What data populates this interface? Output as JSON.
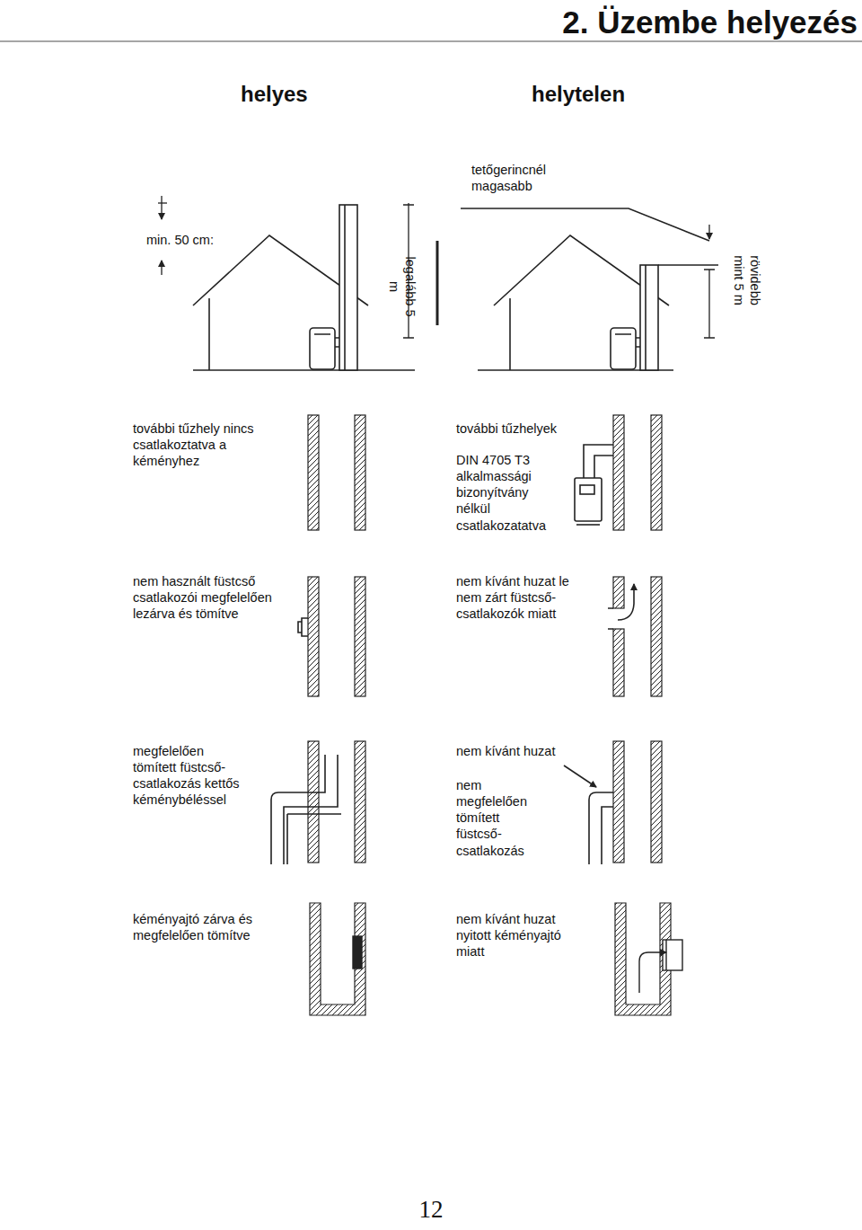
{
  "diagram": {
    "title": "2. Üzembe helyezés",
    "labels": [
      "helyes",
      "helytelen",
      "tetőgerincnél magasabb",
      "min. 50 cm:",
      "legalább 5 m",
      "rövidebb mint 5 m",
      "további tűzhely nincs csatlakoztatva a kéményhez",
      "további tűzhelyek",
      "DIN 4705 T3 alkalmassági bizonyítvány nélkül csatlakozatatva",
      "nem használt füstcső csatlakozói megfelelően lezárva és tömítve",
      "nem kívánt huzat le nem zárt füstcső-csatlakozók miatt",
      "megfelelően tömített füstcső-csatlakozás kettős kéménybéléssel",
      "nem kívánt huzat",
      "nem megfelelően tömített füstcső-csatlakozás",
      "kéményajtó zárva és megfelelően tömítve",
      "nem kívánt huzat nyitott kéményajtó miatt",
      "12"
    ]
  }
}
